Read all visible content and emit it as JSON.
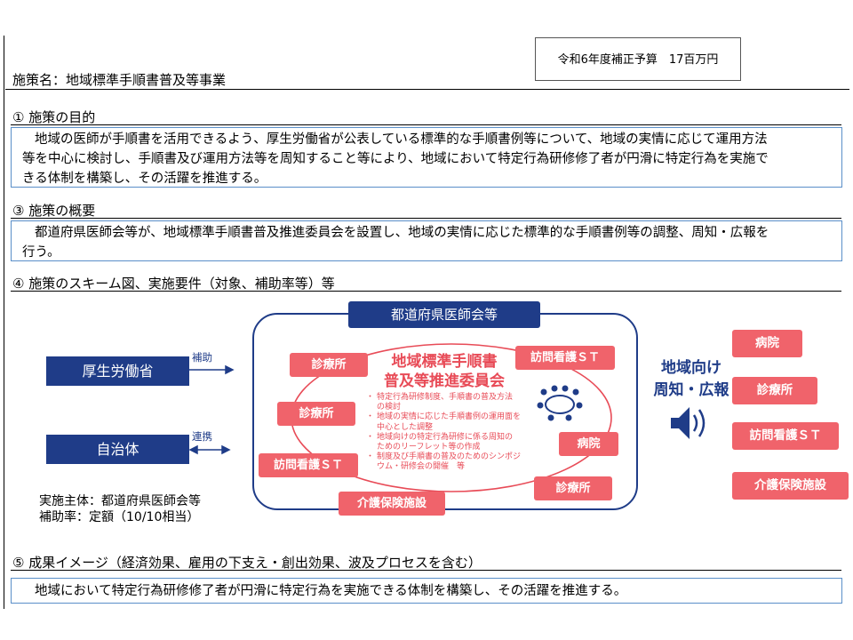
{
  "budget_label": "令和6年度補正予算　17百万円",
  "policy_name": "施策名：地域標準手順書普及等事業",
  "sections": {
    "purpose": {
      "title": "① 施策の目的",
      "lines": [
        "地域の医師が手順書を活用できるよう、厚生労働省が公表している標準的な手順書例等について、地域の実情に応じて運用方法",
        "等を中心に検討し、手順書及び運用方法等を周知すること等により、地域において特定行為研修修了者が円滑に特定行為を実施で",
        "きる体制を構築し、その活躍を推進する。"
      ]
    },
    "overview": {
      "title": "③ 施策の概要",
      "lines": [
        "都道府県医師会等が、地域標準手順書普及推進委員会を設置し、地域の実情に応じた標準的な手順書例等の調整、周知・広報を",
        "行う。"
      ]
    },
    "scheme": {
      "title": "④ 施策のスキーム図、実施要件（対象、補助率等）等"
    },
    "outcome": {
      "title": "⑤ 成果イメージ（経済効果、雇用の下支え・創出効果、波及プロセスを含む）",
      "text": "地域において特定行為研修修了者が円滑に特定行為を実施できる体制を構築し、その活躍を推進する。"
    }
  },
  "scheme": {
    "ministry": "厚生労働省",
    "local_gov": "自治体",
    "subsidy_label": "補助",
    "cooperation_label": "連携",
    "association": "都道府県医師会等",
    "committee_title_1": "地域標準手順書",
    "committee_title_2": "普及等推進委員会",
    "bullets": [
      "特定行為研修制度、手順書の普及方法",
      "の検討",
      "地域の実情に応じた手順書例の運用面を",
      "中心とした調整",
      "地域向けの特定行為研修に係る周知の",
      "ためのリーフレット等の作成",
      "制度及び手順書の普及のためのシンポジ",
      "ウム・研修会の開催　等"
    ],
    "inner_nodes": {
      "clinic_1": "診療所",
      "home_nursing_1": "訪問看護ＳＴ",
      "clinic_2": "診療所",
      "hospital": "病院",
      "home_nursing_2": "訪問看護ＳＴ",
      "clinic_3": "診療所",
      "care_facility": "介護保険施設"
    },
    "publicity_line1": "地域向け",
    "publicity_line2": "周知・広報",
    "targets": [
      "病院",
      "診療所",
      "訪問看護ＳＴ",
      "介護保険施設"
    ],
    "implementer": "実施主体：都道府県医師会等",
    "subsidy_rate": "補助率：定額（10/10相当）"
  },
  "colors": {
    "navy": "#1f3c88",
    "pink": "#f0636b",
    "committee_red": "#e84b57",
    "box_border": "#5a8fc9"
  },
  "icons": [
    "meeting-table-icon",
    "speaker-icon"
  ]
}
